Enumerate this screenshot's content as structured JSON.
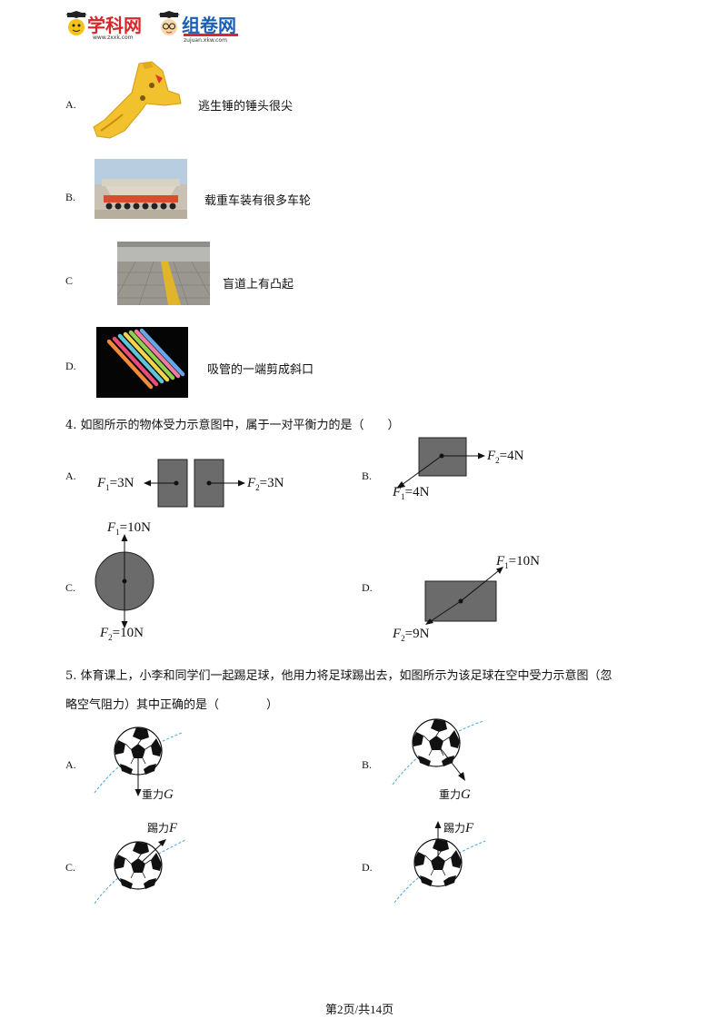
{
  "header": {
    "logo1_text": "学科网",
    "logo1_sub": "www.zxxk.com",
    "logo2_text": "组卷网",
    "logo2_sub": "zujuan.xkw.com"
  },
  "q3_options": [
    {
      "letter": "A.",
      "caption": "逃生锤的锤头很尖"
    },
    {
      "letter": "B.",
      "caption": "载重车装有很多车轮"
    },
    {
      "letter": "C",
      "caption": "盲道上有凸起"
    },
    {
      "letter": "D.",
      "caption": "吸管的一端剪成斜口"
    }
  ],
  "q4": {
    "stem": "4. 如图所示的物体受力示意图中，属于一对平衡力的是（　　）",
    "options": {
      "A": {
        "letter": "A.",
        "f1": "F",
        "f1_sub": "1",
        "f1_val": "=3N",
        "f2": "F",
        "f2_sub": "2",
        "f2_val": "=3N"
      },
      "B": {
        "letter": "B.",
        "f1": "F",
        "f1_sub": "1",
        "f1_val": "=4N",
        "f2": "F",
        "f2_sub": "2",
        "f2_val": "=4N"
      },
      "C": {
        "letter": "C.",
        "f1": "F",
        "f1_sub": "1",
        "f1_val": "=10N",
        "f2": "F",
        "f2_sub": "2",
        "f2_val": "=10N"
      },
      "D": {
        "letter": "D.",
        "f1": "F",
        "f1_sub": "1",
        "f1_val": "=10N",
        "f2": "F",
        "f2_sub": "2",
        "f2_val": "=9N"
      }
    }
  },
  "q5": {
    "stem_line1": "5. 体育课上，小李和同学们一起踢足球，他用力将足球踢出去，如图所示为该足球在空中受力示意图（忽",
    "stem_line2": "略空气阻力）其中正确的是（　　　　）",
    "options": {
      "A": {
        "letter": "A.",
        "label": "重力",
        "sym": "G"
      },
      "B": {
        "letter": "B.",
        "label": "重力",
        "sym": "G"
      },
      "C": {
        "letter": "C.",
        "label": "踢力",
        "sym": "F"
      },
      "D": {
        "letter": "D.",
        "label": "踢力",
        "sym": "F"
      }
    }
  },
  "footer": {
    "page": "第2页/共14页"
  },
  "colors": {
    "box": "#6b6b6b",
    "trajectory": "#4aa3df",
    "logo_red": "#d9262b",
    "logo_blue": "#1a5fb4",
    "hammer": "#f2c12e"
  }
}
